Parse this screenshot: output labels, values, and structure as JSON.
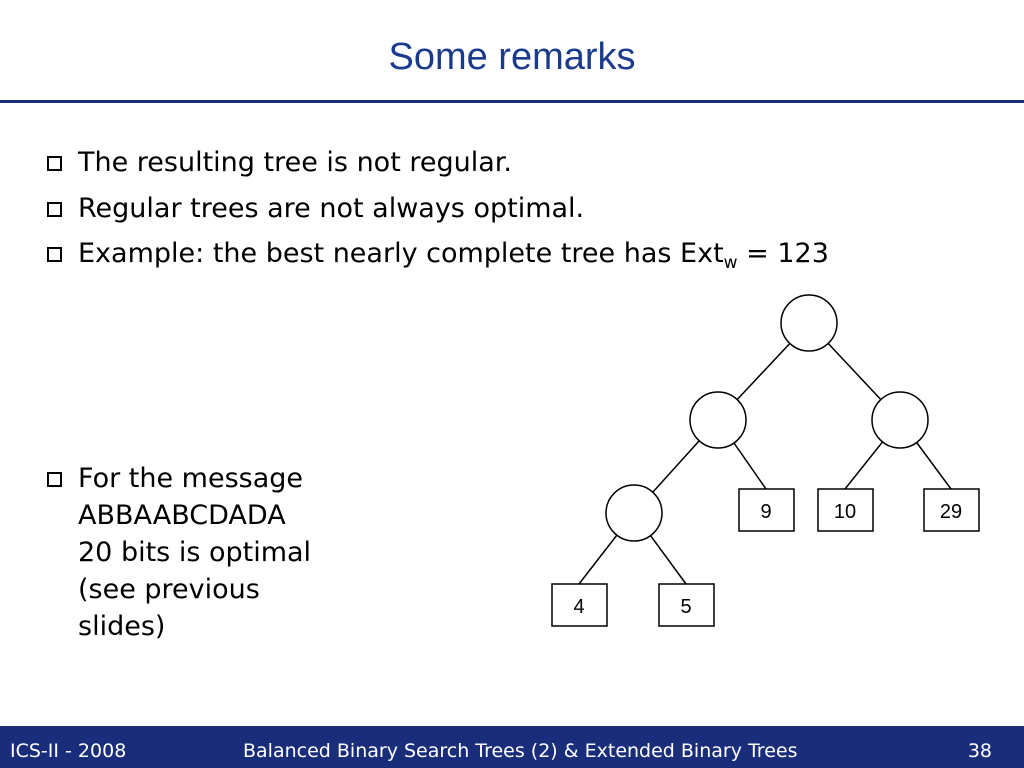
{
  "slide": {
    "title": "Some remarks"
  },
  "bullets": {
    "b1": "The resulting tree is not regular.",
    "b2": "Regular trees are not always optimal.",
    "b3_prefix": "Example: the best nearly complete tree has Ext",
    "b3_sub": "w",
    "b3_suffix": " = 123",
    "b4_lines": [
      "For the message",
      "ABBAABCDADA",
      "20 bits is optimal",
      "(see previous",
      "slides)"
    ]
  },
  "tree": {
    "leaves": [
      "9",
      "10",
      "29",
      "4",
      "5"
    ]
  },
  "footer": {
    "left": "ICS-II - 2008",
    "center": "Balanced Binary Search Trees (2) & Extended Binary Trees",
    "page": "38"
  }
}
